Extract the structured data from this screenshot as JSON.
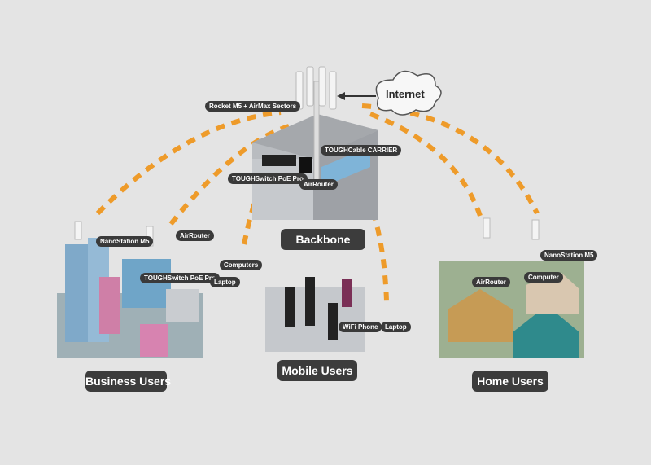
{
  "labels": {
    "internet": "Internet",
    "backbone": "Backbone",
    "business_users": "Business Users",
    "mobile_users": "Mobile Users",
    "home_users": "Home Users"
  },
  "tags": {
    "rocket": "Rocket M5 + AirMax Sectors",
    "toughcable": "TOUGHCable CARRIER",
    "toughswitch_backbone": "TOUGHSwitch PoE Pro",
    "airrouter_backbone": "AirRouter",
    "nanostation_left": "NanoStation M5",
    "airrouter_business": "AirRouter",
    "computers": "Computers",
    "toughswitch_business": "TOUGHSwitch PoE Pro",
    "laptop_business": "Laptop",
    "wifi_phone": "WiFi Phone",
    "laptop_mobile": "Laptop",
    "nanostation_right": "NanoStation M5",
    "airrouter_home": "AirRouter",
    "computer_home": "Computer"
  },
  "colors": {
    "background": "#e4e4e4",
    "link_dash": "#ee9b2a",
    "label_bg": "#3c3c3c",
    "antenna": "#f4f4f4"
  }
}
